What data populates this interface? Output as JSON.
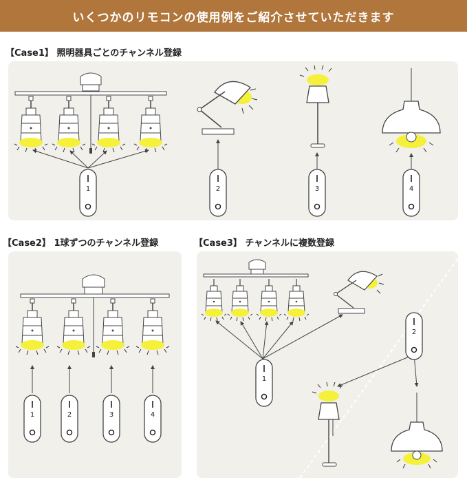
{
  "banner": {
    "title": "いくつかのリモコンの使用例をご紹介させていただきます"
  },
  "colors": {
    "banner": "#b0763b",
    "panel": "#f1f0eb",
    "light_glow": "#f5f03a",
    "line": "#444444"
  },
  "cases": [
    {
      "label": "【Case1】 照明器具ごとのチャンネル登録",
      "remotes": [
        "1",
        "2",
        "3",
        "4"
      ]
    },
    {
      "label": "【Case2】 1球ずつのチャンネル登録",
      "remotes": [
        "1",
        "2",
        "3",
        "4"
      ]
    },
    {
      "label": "【Case3】 チャンネルに複数登録",
      "remotes": [
        "1",
        "2"
      ]
    }
  ]
}
